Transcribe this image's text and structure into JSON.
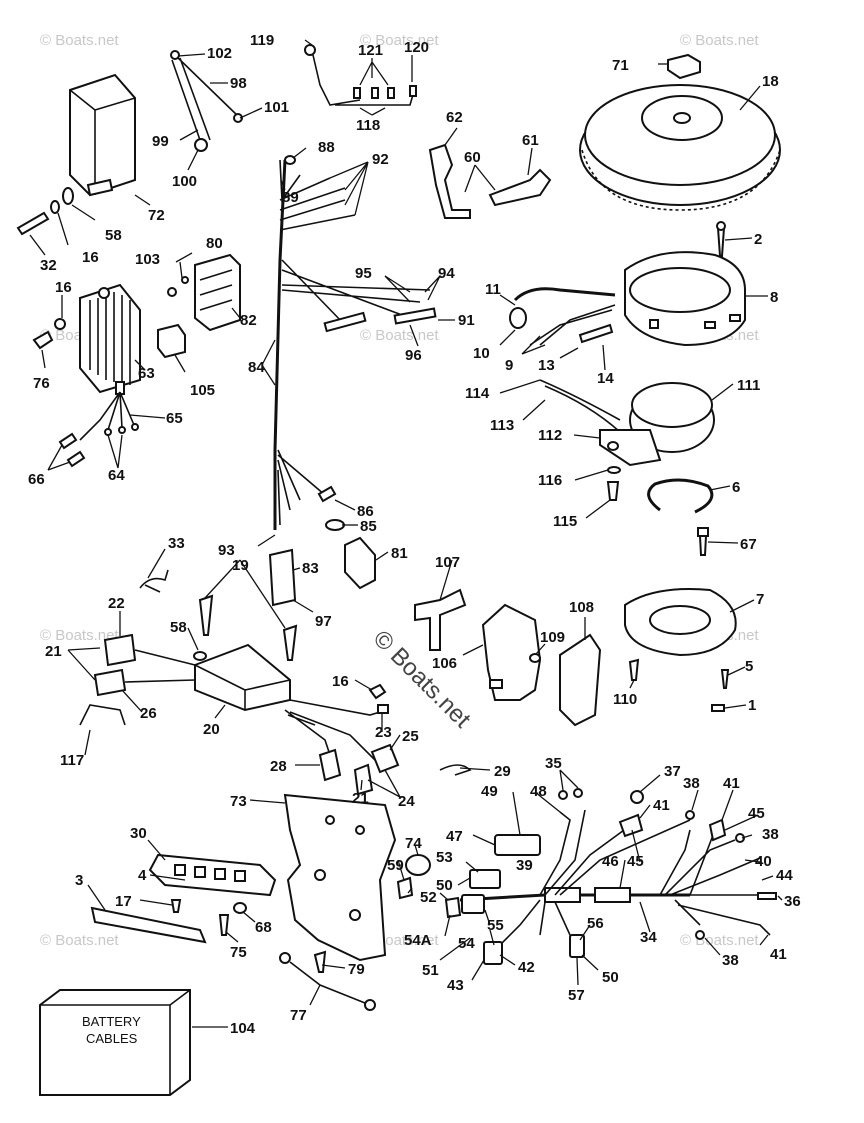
{
  "watermark": "© Boats.net",
  "battery_box": {
    "line1": "BATTERY",
    "line2": "CABLES"
  },
  "labels": {
    "l1": "1",
    "l2": "2",
    "l3": "3",
    "l4": "4",
    "l5": "5",
    "l6": "6",
    "l7": "7",
    "l8": "8",
    "l9": "9",
    "l10": "10",
    "l11": "11",
    "l13": "13",
    "l14": "14",
    "l16a": "16",
    "l16b": "16",
    "l16c": "16",
    "l17": "17",
    "l18": "18",
    "l19": "19",
    "l20": "20",
    "l21a": "21",
    "l21b": "21",
    "l22": "22",
    "l23": "23",
    "l24": "24",
    "l25": "25",
    "l26": "26",
    "l28": "28",
    "l29": "29",
    "l30": "30",
    "l32": "32",
    "l33": "33",
    "l34": "34",
    "l35": "35",
    "l36": "36",
    "l37": "37",
    "l38a": "38",
    "l38b": "38",
    "l38c": "38",
    "l39": "39",
    "l40": "40",
    "l41a": "41",
    "l41b": "41",
    "l41c": "41",
    "l42": "42",
    "l43": "43",
    "l44": "44",
    "l45a": "45",
    "l45b": "45",
    "l46": "46",
    "l47": "47",
    "l48": "48",
    "l49": "49",
    "l50a": "50",
    "l50b": "50",
    "l51": "51",
    "l52": "52",
    "l53": "53",
    "l54": "54",
    "l54a": "54A",
    "l55": "55",
    "l56": "56",
    "l57": "57",
    "l58a": "58",
    "l58b": "58",
    "l59": "59",
    "l60": "60",
    "l61": "61",
    "l62": "62",
    "l63": "63",
    "l64": "64",
    "l65": "65",
    "l66": "66",
    "l67": "67",
    "l68": "68",
    "l71": "71",
    "l72": "72",
    "l73": "73",
    "l74": "74",
    "l75": "75",
    "l76": "76",
    "l77": "77",
    "l79": "79",
    "l80": "80",
    "l81": "81",
    "l82": "82",
    "l83": "83",
    "l84": "84",
    "l85": "85",
    "l86": "86",
    "l88": "88",
    "l89": "89",
    "l91": "91",
    "l92": "92",
    "l93": "93",
    "l94": "94",
    "l95": "95",
    "l96": "96",
    "l97": "97",
    "l98": "98",
    "l99": "99",
    "l100": "100",
    "l101": "101",
    "l102": "102",
    "l103": "103",
    "l104": "104",
    "l105": "105",
    "l106": "106",
    "l107": "107",
    "l108": "108",
    "l109": "109",
    "l110": "110",
    "l111": "111",
    "l112": "112",
    "l113": "113",
    "l114": "114",
    "l115": "115",
    "l116": "116",
    "l117": "117",
    "l118": "118",
    "l119": "119",
    "l120": "120",
    "l121": "121"
  }
}
